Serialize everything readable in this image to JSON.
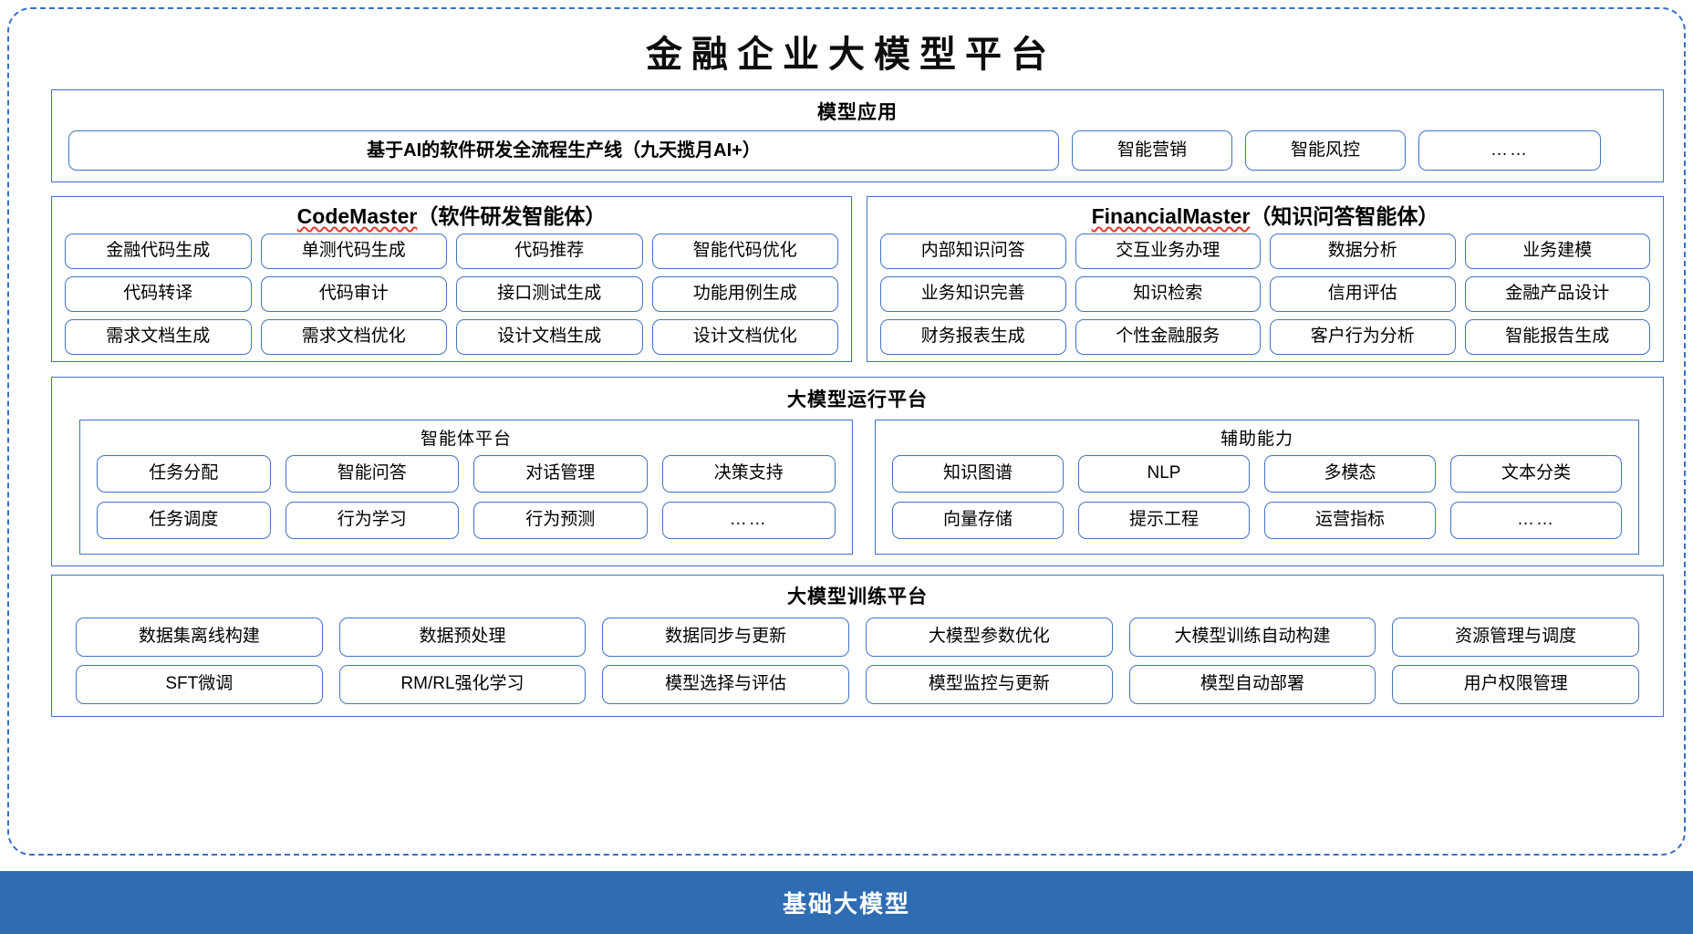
{
  "colors": {
    "accent_blue": "#4472c4",
    "frame_blue": "#3a6fc4",
    "foundation_bar": "#2e6db4",
    "spellcheck_red": "#e03a2f",
    "box_fill": "#ffffff"
  },
  "title": "金融企业大模型平台",
  "model_application": {
    "heading": "模型应用",
    "items": [
      "基于AI的软件研发全流程生产线（九天揽月AI+）",
      "智能营销",
      "智能风控",
      "……"
    ]
  },
  "agents": [
    {
      "name_en": "CodeMaster",
      "name_cn": "（软件研发智能体）",
      "spellcheck_underline": true,
      "capabilities": [
        "金融代码生成",
        "单测代码生成",
        "代码推荐",
        "智能代码优化",
        "代码转译",
        "代码审计",
        "接口测试生成",
        "功能用例生成",
        "需求文档生成",
        "需求文档优化",
        "设计文档生成",
        "设计文档优化"
      ]
    },
    {
      "name_en": "FinancialMaster",
      "name_cn": "（知识问答智能体）",
      "spellcheck_underline": true,
      "capabilities": [
        "内部知识问答",
        "交互业务办理",
        "数据分析",
        "业务建模",
        "业务知识完善",
        "知识检索",
        "信用评估",
        "金融产品设计",
        "财务报表生成",
        "个性金融服务",
        "客户行为分析",
        "智能报告生成"
      ]
    }
  ],
  "runtime_platform": {
    "heading": "大模型运行平台",
    "subpanels": [
      {
        "heading": "智能体平台",
        "items": [
          "任务分配",
          "智能问答",
          "对话管理",
          "决策支持",
          "任务调度",
          "行为学习",
          "行为预测",
          "……"
        ]
      },
      {
        "heading": "辅助能力",
        "items": [
          "知识图谱",
          "NLP",
          "多模态",
          "文本分类",
          "向量存储",
          "提示工程",
          "运营指标",
          "……"
        ]
      }
    ]
  },
  "training_platform": {
    "heading": "大模型训练平台",
    "items": [
      "数据集离线构建",
      "数据预处理",
      "数据同步与更新",
      "大模型参数优化",
      "大模型训练自动构建",
      "资源管理与调度",
      "SFT微调",
      "RM/RL强化学习",
      "模型选择与评估",
      "模型监控与更新",
      "模型自动部署",
      "用户权限管理"
    ]
  },
  "foundation": {
    "label": "基础大模型"
  }
}
